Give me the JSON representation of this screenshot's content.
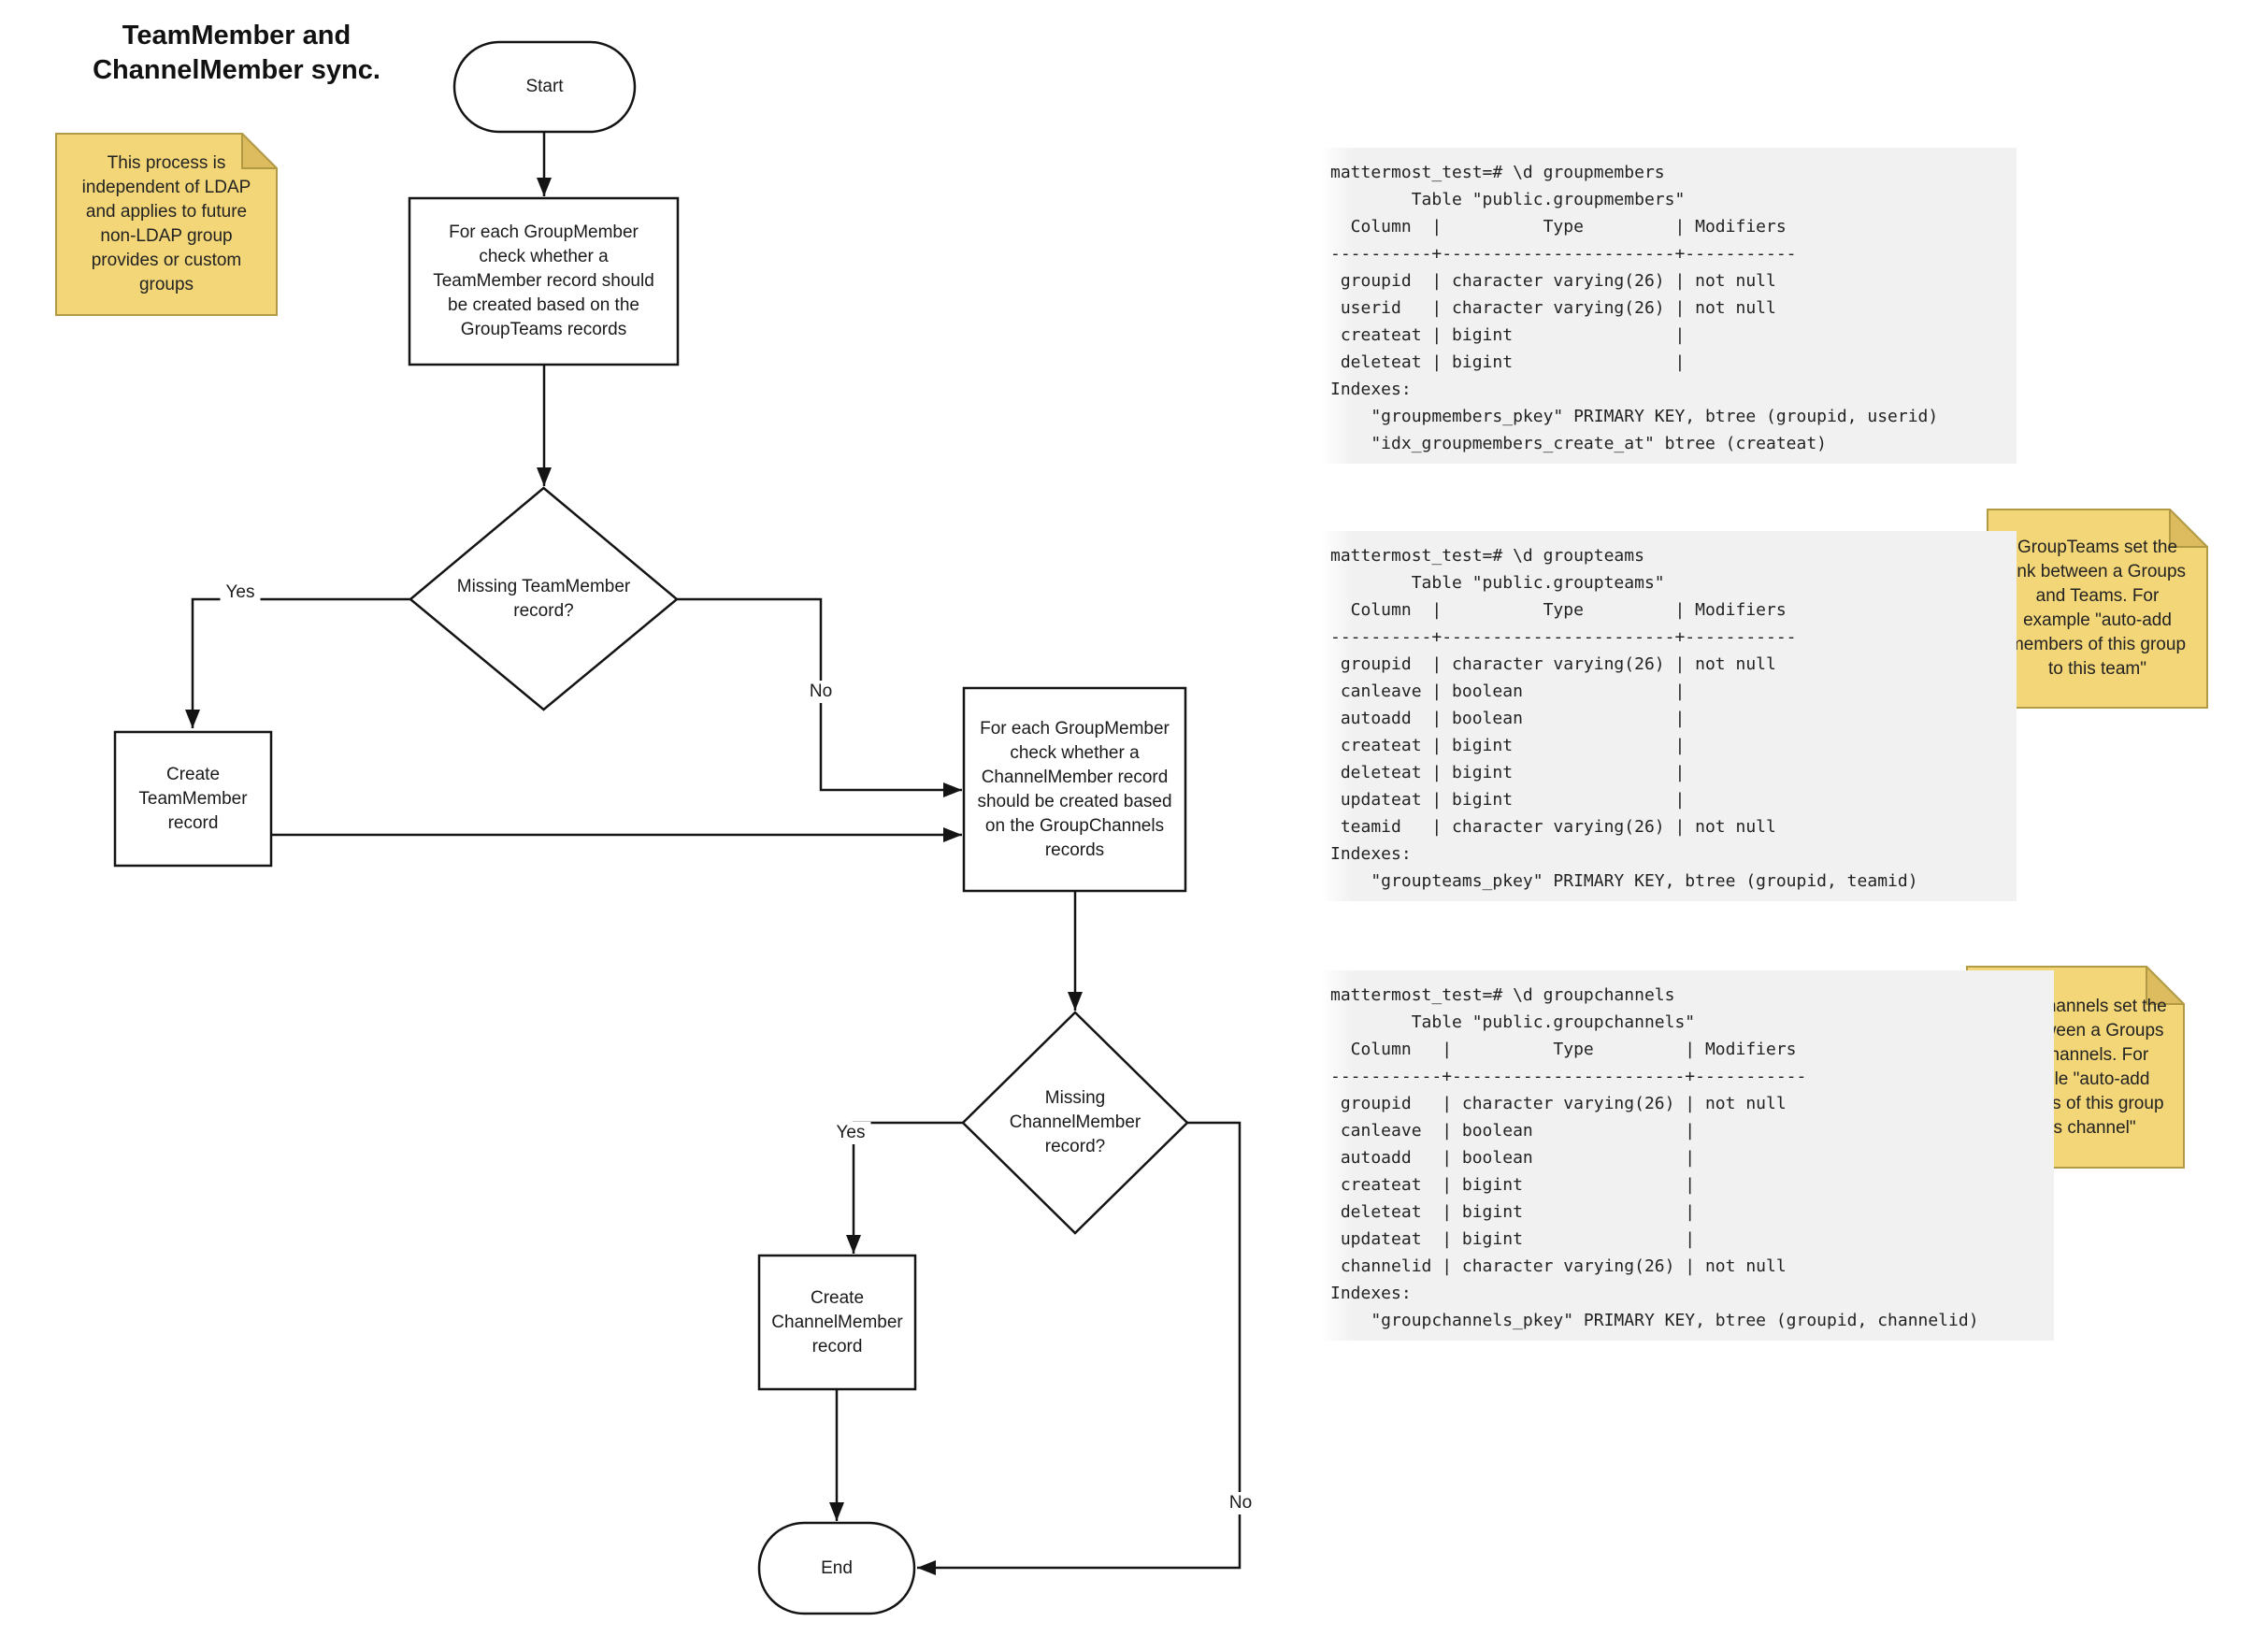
{
  "title": "TeamMember and ChannelMember sync.",
  "colors": {
    "note_fill": "#F3D677",
    "note_fold": "#DCBC5F",
    "note_border": "#B29A45",
    "shape_stroke": "#141414",
    "code_background": "#F1F1F1"
  },
  "flowchart": {
    "start": {
      "label": "Start"
    },
    "check_teammember": {
      "label": "For each GroupMember check whether a TeamMember record should be created based on the GroupTeams records"
    },
    "missing_teammember": {
      "label": "Missing TeamMember record?"
    },
    "create_teammember": {
      "label": "Create TeamMember record"
    },
    "check_channelmember": {
      "label": "For each GroupMember check whether a ChannelMember record should be created based on the GroupChannels records"
    },
    "missing_channelmember": {
      "label": "Missing ChannelMember record?"
    },
    "create_channelmember": {
      "label": "Create ChannelMember record"
    },
    "end": {
      "label": "End"
    },
    "edges": {
      "yes1": "Yes",
      "no1": "No",
      "yes2": "Yes",
      "no2": "No"
    }
  },
  "notes": {
    "ldap": "This process is independent of LDAP and applies to future non-LDAP group provides or custom groups",
    "groupteams": "GroupTeams set the link between a Groups and Teams. For example \"auto-add members of this group to this team\"",
    "groupchannels": "GroupChannels set the link between a Groups and Channels. For example \"auto-add members of this group to this channel\""
  },
  "terminals": {
    "groupmembers": {
      "lines": [
        "mattermost_test=# \\d groupmembers",
        "        Table \"public.groupmembers\"",
        "  Column  |          Type         | Modifiers",
        "----------+-----------------------+-----------",
        " groupid  | character varying(26) | not null",
        " userid   | character varying(26) | not null",
        " createat | bigint                |",
        " deleteat | bigint                |",
        "Indexes:",
        "    \"groupmembers_pkey\" PRIMARY KEY, btree (groupid, userid)",
        "    \"idx_groupmembers_create_at\" btree (createat)"
      ]
    },
    "groupteams": {
      "lines": [
        "mattermost_test=# \\d groupteams",
        "        Table \"public.groupteams\"",
        "  Column  |          Type         | Modifiers",
        "----------+-----------------------+-----------",
        " groupid  | character varying(26) | not null",
        " canleave | boolean               |",
        " autoadd  | boolean               |",
        " createat | bigint                |",
        " deleteat | bigint                |",
        " updateat | bigint                |",
        " teamid   | character varying(26) | not null",
        "Indexes:",
        "    \"groupteams_pkey\" PRIMARY KEY, btree (groupid, teamid)"
      ]
    },
    "groupchannels": {
      "lines": [
        "mattermost_test=# \\d groupchannels",
        "        Table \"public.groupchannels\"",
        "  Column   |          Type         | Modifiers",
        "-----------+-----------------------+-----------",
        " groupid   | character varying(26) | not null",
        " canleave  | boolean               |",
        " autoadd   | boolean               |",
        " createat  | bigint                |",
        " deleteat  | bigint                |",
        " updateat  | bigint                |",
        " channelid | character varying(26) | not null",
        "Indexes:",
        "    \"groupchannels_pkey\" PRIMARY KEY, btree (groupid, channelid)"
      ]
    }
  }
}
